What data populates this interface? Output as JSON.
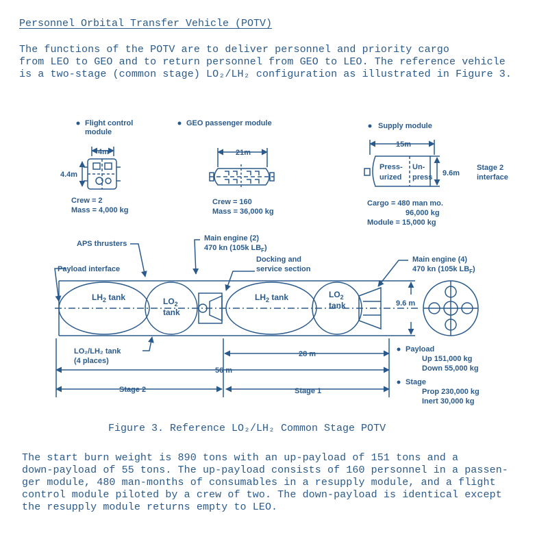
{
  "heading": "Personnel Orbital Transfer Vehicle (POTV)",
  "intro_lines": [
    "     The functions of the POTV are to deliver personnel and priority cargo",
    "from LEO to GEO and to return personnel from GEO to LEO.  The reference vehicle",
    "is a two-stage (common stage) LO₂/LH₂ configuration as illustrated in Figure 3."
  ],
  "figure": {
    "flight_control": {
      "title_line1": "Flight control",
      "title_line2": "module",
      "width": "4m",
      "height": "4.4m",
      "crew": "Crew = 2",
      "mass": "Mass = 4,000 kg"
    },
    "geo_passenger": {
      "title": "GEO passenger module",
      "width": "21m",
      "crew": "Crew = 160",
      "mass": "Mass = 36,000 kg"
    },
    "supply": {
      "title": "Supply module",
      "width": "15m",
      "height": "9.6m",
      "press_line1": "Press-",
      "press_line2": "urized",
      "unpress_line1": "Un-",
      "unpress_line2": "press",
      "interface_line1": "Stage 2",
      "interface_line2": "interface",
      "cargo_line1": "Cargo  = 480 man mo.",
      "cargo_line2": "96,000 kg",
      "module_line": "Module = 15,000 kg"
    },
    "vehicle": {
      "aps_thrusters": "APS thrusters",
      "main_engine_2_line1": "Main engine (2)",
      "main_engine_2_line2": "470 kn (105k LB",
      "main_engine_2_sub": "F",
      "docking_line1": "Docking and",
      "docking_line2": "service section",
      "main_engine_4_line1": "Main engine (4)",
      "main_engine_4_line2": "470 kn (105k LB",
      "main_engine_4_sub": "F",
      "payload_interface": "Payload interface",
      "lh2_tank_a": "LH",
      "lh2_tank_a_sub": "2",
      "lh2_tank_a_suffix": " tank",
      "lo2_tank_a_line1": "LO",
      "lo2_tank_a_sub": "2",
      "lo2_tank_a_line2": "tank",
      "lh2_tank_b": "LH",
      "lh2_tank_b_sub": "2",
      "lh2_tank_b_suffix": " tank",
      "lo2_tank_b_line1": "LO",
      "lo2_tank_b_sub": "2",
      "lo2_tank_b_line2": "tank",
      "diameter": "9.6 m",
      "lo2lh2_tank_line1": "LO₂/LH₂ tank",
      "lo2lh2_tank_line2": "(4 places)",
      "dim_28": "28 m",
      "dim_56": "56 m",
      "stage2": "Stage 2",
      "stage1": "Stage 1"
    },
    "payload": {
      "title": "Payload",
      "up": "Up 151,000 kg",
      "down": "Down 55,000 kg"
    },
    "stage": {
      "title": "Stage",
      "prop": "Prop 230,000 kg",
      "inert": "Inert 30,000 kg"
    }
  },
  "caption": "Figure 3.  Reference LO₂/LH₂ Common Stage POTV",
  "closing_lines": [
    "     The start burn weight is 890 tons with an up-payload of 151 tons and a",
    "down-payload of 55 tons.  The up-payload consists of 160 personnel in a passen-",
    "ger module, 480 man-months of consumables in a resupply module, and a flight",
    "control module piloted by a crew of two.  The down-payload is identical except",
    "the resupply module returns empty to LEO."
  ]
}
